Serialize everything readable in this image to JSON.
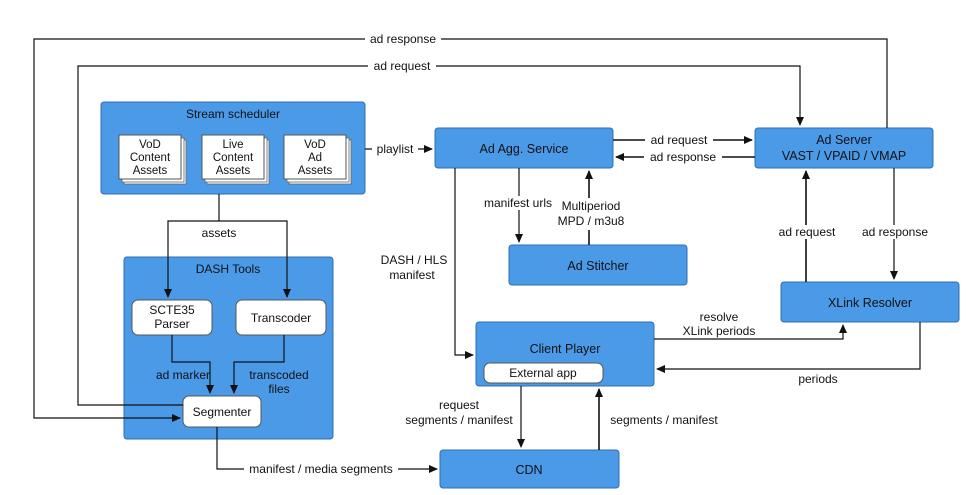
{
  "nodes": {
    "stream_scheduler": "Stream scheduler",
    "vod_content_assets": [
      "VoD",
      "Content",
      "Assets"
    ],
    "live_content_assets": [
      "Live",
      "Content",
      "Assets"
    ],
    "vod_ad_assets": [
      "VoD",
      "Ad",
      "Assets"
    ],
    "dash_tools": "DASH Tools",
    "scte35_parser": [
      "SCTE35",
      "Parser"
    ],
    "transcoder": "Transcoder",
    "segmenter": "Segmenter",
    "ad_agg_service": "Ad Agg. Service",
    "ad_server": [
      "Ad Server",
      "VAST / VPAID / VMAP"
    ],
    "ad_stitcher": "Ad Stitcher",
    "xlink_resolver": "XLink Resolver",
    "client_player": "Client Player",
    "external_app": "External app",
    "cdn": "CDN"
  },
  "edges": {
    "ad_response_top": "ad response",
    "ad_request_top": "ad request",
    "playlist": "playlist",
    "agg_ad_request": "ad request",
    "agg_ad_response": "ad response",
    "manifest_urls": "manifest urls",
    "multiperiod": [
      "Multiperiod",
      "MPD / m3u8"
    ],
    "dash_hls_manifest": [
      "DASH / HLS",
      "manifest"
    ],
    "assets": "assets",
    "xlink_ad_request": "ad request",
    "xlink_ad_response": "ad response",
    "resolve_xlink": [
      "resolve",
      "XLink periods"
    ],
    "periods": "periods",
    "ad_marker": "ad marker",
    "transcoded_files": [
      "transcoded",
      "files"
    ],
    "request_segments": [
      "request",
      "segments / manifest"
    ],
    "segments_manifest": "segments / manifest",
    "media_segments": "manifest / media segments"
  }
}
